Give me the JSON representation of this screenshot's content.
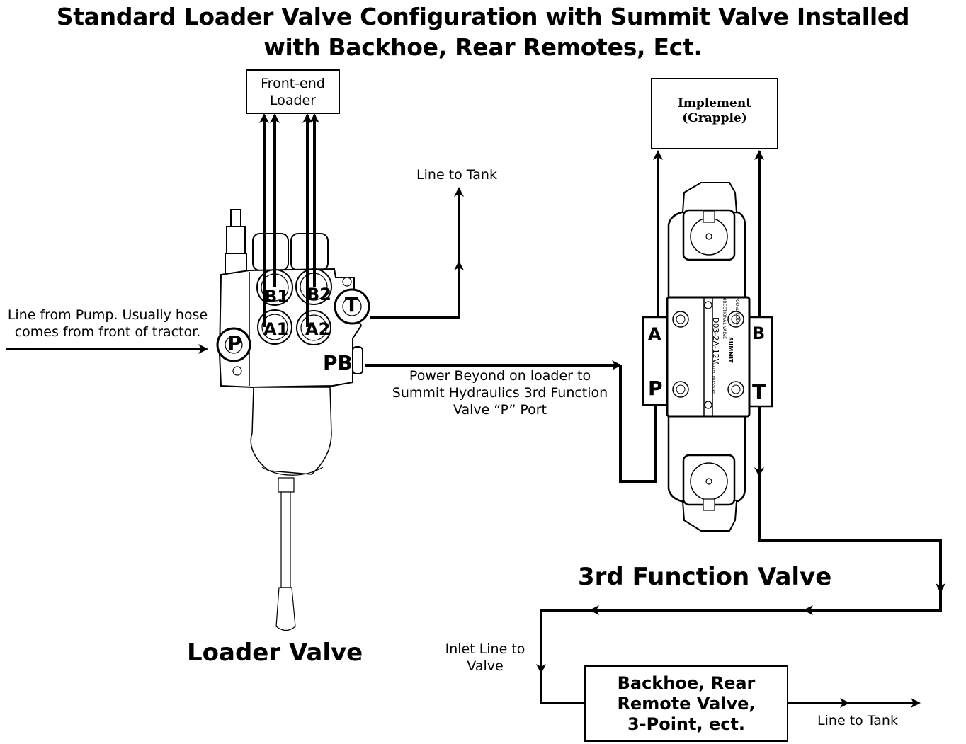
{
  "title": {
    "line1": "Standard Loader Valve Configuration with Summit Valve Installed",
    "line2": "with Backhoe, Rear Remotes, Ect."
  },
  "boxes": {
    "front_end_loader": {
      "line1": "Front-end",
      "line2": "Loader"
    },
    "implement": {
      "line1": "Implement",
      "line2": "(Grapple)"
    },
    "backhoe": {
      "line1": "Backhoe, Rear",
      "line2": "Remote Valve,",
      "line3": "3-Point, ect."
    }
  },
  "labels": {
    "line_to_tank_top": "Line to Tank",
    "pump_line1": "Line from Pump. Usually hose",
    "pump_line2": "comes from front of tractor.",
    "power_beyond_line1": "Power Beyond on loader to",
    "power_beyond_line2": "Summit Hydraulics 3rd Function",
    "power_beyond_line3": "Valve “P” Port",
    "inlet_line1": "Inlet Line to",
    "inlet_line2": "Valve",
    "line_to_tank_bottom": "Line to Tank"
  },
  "captions": {
    "loader_valve": "Loader Valve",
    "third_function_valve": "3rd Function Valve"
  },
  "loader_ports": {
    "b1": "B1",
    "b2": "B2",
    "a1": "A1",
    "a2": "A2",
    "t": "T",
    "p": "P",
    "pb": "PB"
  },
  "summit_ports": {
    "a": "A",
    "b": "B",
    "p": "P",
    "t": "T"
  },
  "summit_label": {
    "model_code_caption": "MODEL CODE",
    "directional_valve": "DIRECTIONAL VALVE",
    "model": "D03-2A-12V",
    "brand": "SUMMIT",
    "rated_pressure": "RATED PRESSURE"
  }
}
